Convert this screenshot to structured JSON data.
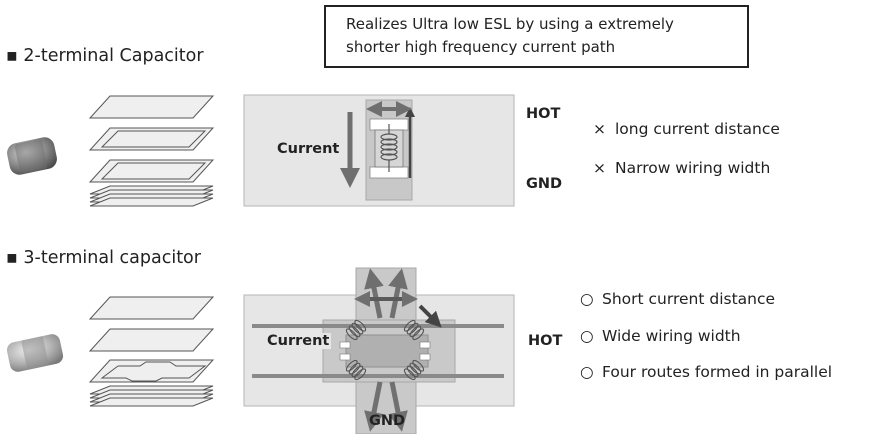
{
  "callout": {
    "line1": "Realizes Ultra low ESL by using a extremely",
    "line2": "shorter high frequency current path"
  },
  "two_terminal": {
    "title": "▪ 2-terminal Capacitor",
    "current_label": "Current",
    "hot_label": "HOT",
    "gnd_label": "GND",
    "features": [
      {
        "mark": "×",
        "text": "long current distance"
      },
      {
        "mark": "×",
        "text": "Narrow wiring width"
      }
    ]
  },
  "three_terminal": {
    "title": "▪ 3-terminal capacitor",
    "current_label": "Current",
    "hot_label": "HOT",
    "gnd_label": "GND",
    "features": [
      {
        "mark": "○",
        "text": "Short current distance"
      },
      {
        "mark": "○",
        "text": "Wide wiring width"
      },
      {
        "mark": "○",
        "text": "Four routes formed in parallel"
      }
    ]
  },
  "colors": {
    "panel_bg": "#e6e6e6",
    "panel_border": "#b5b5b5",
    "arrow": "#707070",
    "pad": "#c8c8c8",
    "pad_dark": "#a8a8a8"
  },
  "icons": [
    "capacitor-chip-icon",
    "layer-stack-icon",
    "inductor-coil-icon",
    "current-arrow-icon"
  ]
}
